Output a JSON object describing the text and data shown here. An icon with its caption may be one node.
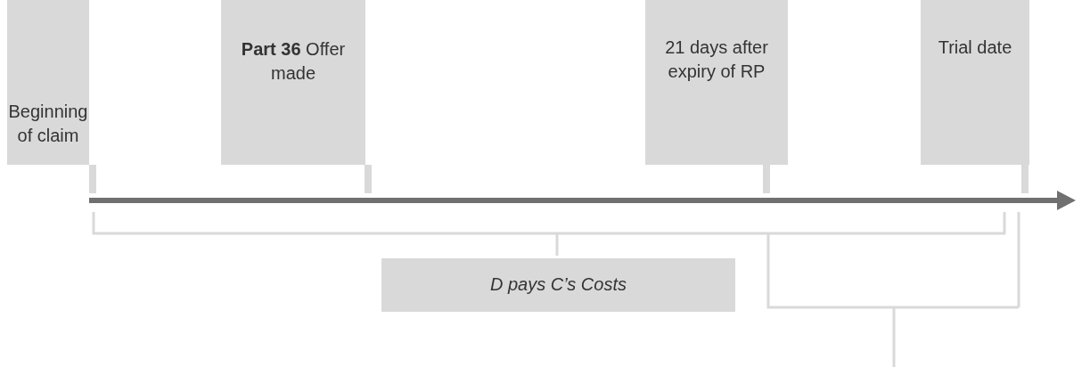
{
  "diagram": {
    "nodes": [
      {
        "text": [
          "Beginning of claim"
        ]
      },
      {
        "text": [
          "**Part 36** Offer made"
        ]
      },
      {
        "text": [
          "21 days after expiry of RP"
        ]
      },
      {
        "text": [
          "Trial date"
        ]
      },
      {
        "text": [
          "D pays C’s Costs"
        ]
      }
    ],
    "edges": []
  }
}
